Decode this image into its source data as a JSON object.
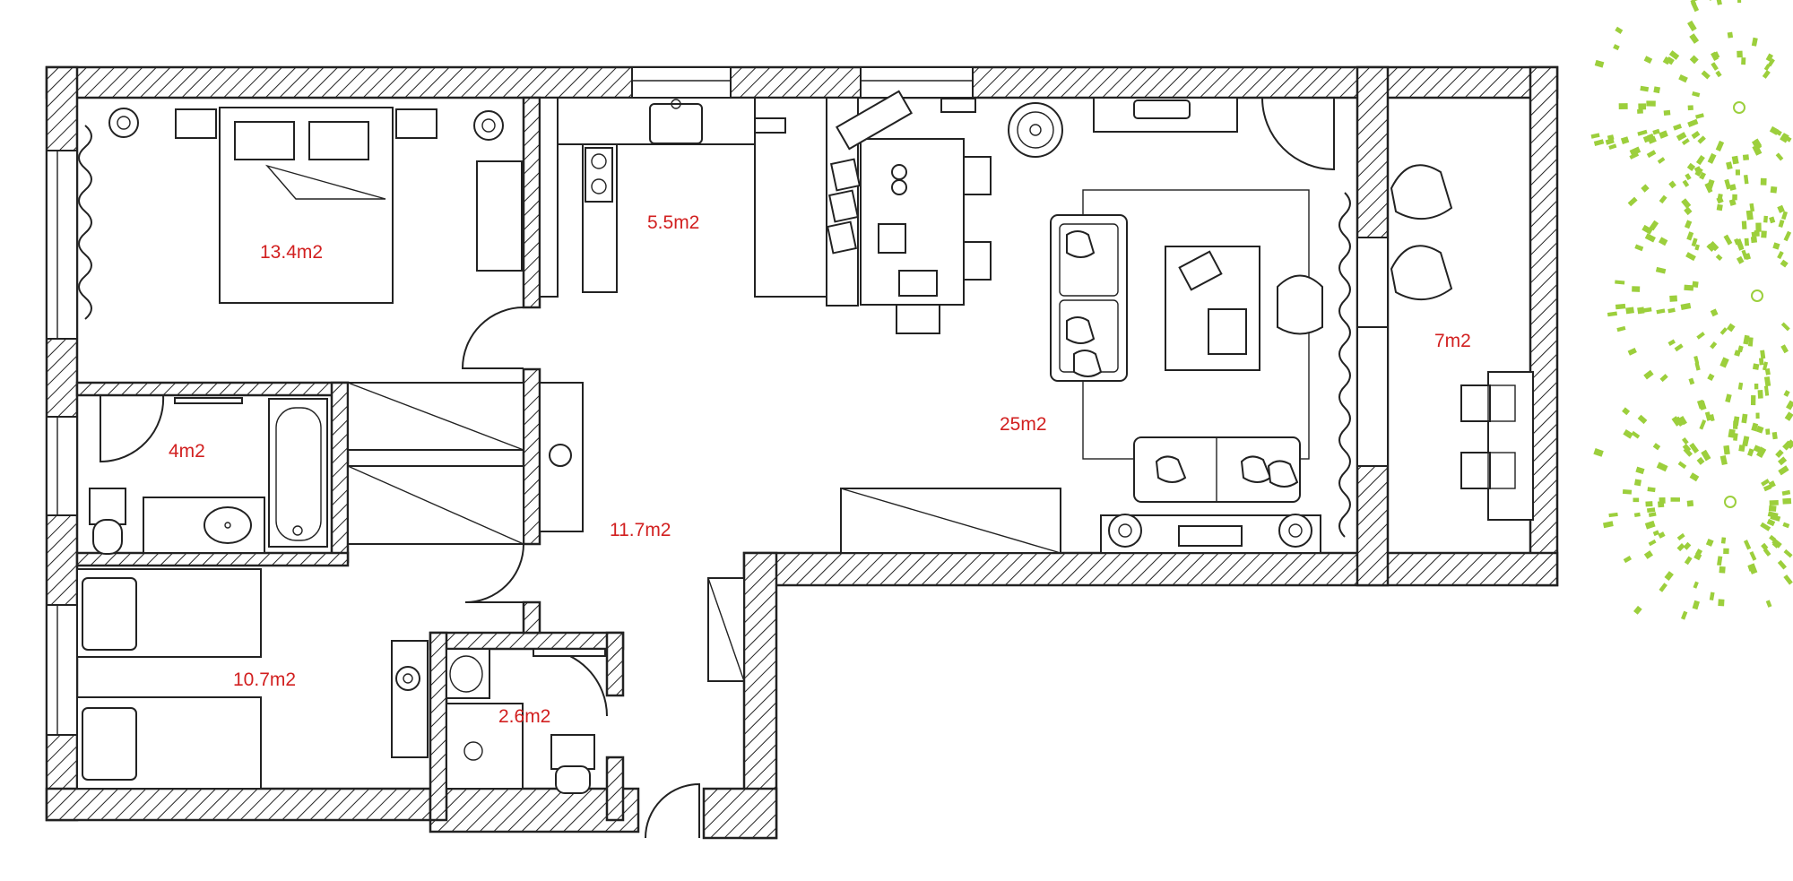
{
  "plan": {
    "rooms": [
      {
        "id": "bedroom-master",
        "area": "13.4m2"
      },
      {
        "id": "kitchen",
        "area": "5.5m2"
      },
      {
        "id": "bathroom",
        "area": "4m2"
      },
      {
        "id": "hallway",
        "area": "11.7m2"
      },
      {
        "id": "living-room",
        "area": "25m2"
      },
      {
        "id": "balcony",
        "area": "7m2"
      },
      {
        "id": "kids-bedroom",
        "area": "10.7m2"
      },
      {
        "id": "wc",
        "area": "2.6m2"
      }
    ]
  },
  "colors": {
    "label": "#d22020",
    "lines": "#222222",
    "decor": "#9ccf3c"
  }
}
